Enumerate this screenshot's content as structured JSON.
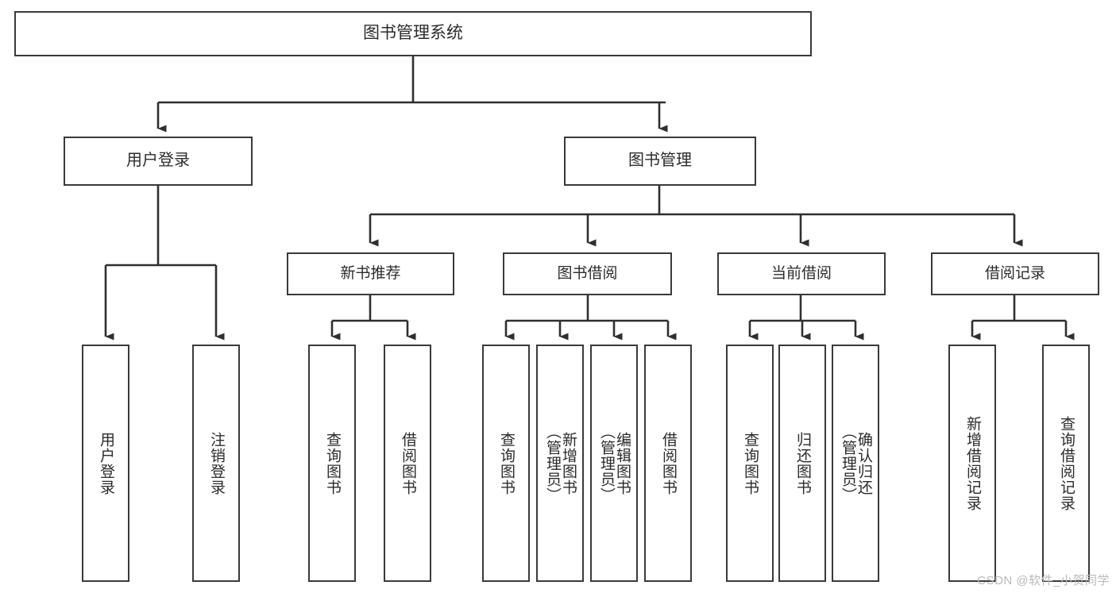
{
  "diagram": {
    "title": "图书管理系统",
    "type": "tree-hierarchy-chart",
    "stroke_color": "#3a3a3a",
    "fill_color": "#ffffff",
    "text_color": "#2b2b2b",
    "root": {
      "label": "图书管理系统"
    },
    "level1": [
      {
        "label": "用户登录"
      },
      {
        "label": "图书管理"
      }
    ],
    "level2": [
      {
        "label": "新书推荐"
      },
      {
        "label": "图书借阅"
      },
      {
        "label": "当前借阅"
      },
      {
        "label": "借阅记录"
      }
    ],
    "leaves": [
      {
        "label": "用户登录",
        "parent": "用户登录"
      },
      {
        "label": "注销登录",
        "parent": "用户登录"
      },
      {
        "label": "查询图书",
        "parent": "新书推荐"
      },
      {
        "label": "借阅图书",
        "parent": "新书推荐"
      },
      {
        "label": "查询图书",
        "parent": "图书借阅"
      },
      {
        "label": "新增图书\n（管理员）",
        "parent": "图书借阅"
      },
      {
        "label": "编辑图书\n（管理员）",
        "parent": "图书借阅"
      },
      {
        "label": "借阅图书",
        "parent": "图书借阅"
      },
      {
        "label": "查询图书",
        "parent": "当前借阅"
      },
      {
        "label": "归还图书",
        "parent": "当前借阅"
      },
      {
        "label": "确认归还\n（管理员）",
        "parent": "当前借阅"
      },
      {
        "label": "新增借阅记录",
        "parent": "借阅记录"
      },
      {
        "label": "查询借阅记录",
        "parent": "借阅记录"
      }
    ]
  },
  "watermark": {
    "text": "CSDN @软件_小贺同学"
  }
}
